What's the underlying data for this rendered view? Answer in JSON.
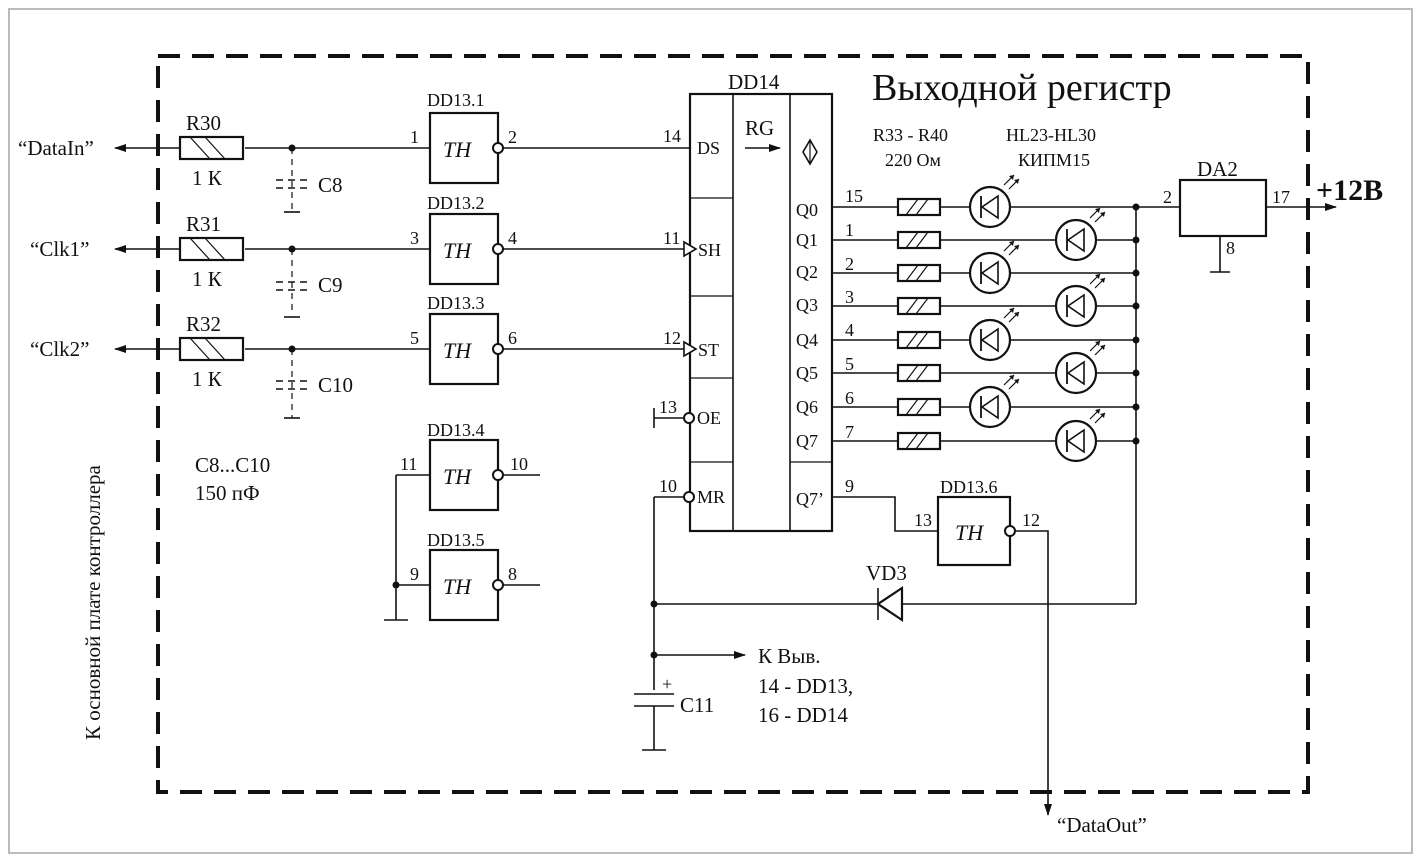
{
  "title": "Выходной  регистр",
  "side_text": "К основной плате контроллера",
  "power": "+12В",
  "signals": {
    "data_in": "“DataIn”",
    "clk1": "“Clk1”",
    "clk2": "“Clk2”",
    "data_out": "“DataOut”"
  },
  "resistors": [
    {
      "name": "R30",
      "value": "1 К"
    },
    {
      "name": "R31",
      "value": "1 К"
    },
    {
      "name": "R32",
      "value": "1 К"
    }
  ],
  "capacitors": [
    "C8",
    "C9",
    "C10"
  ],
  "cap_note": [
    "C8...C10",
    "150 пФ"
  ],
  "gates": [
    {
      "name": "DD13.1",
      "label": "TH",
      "in": "1",
      "out": "2"
    },
    {
      "name": "DD13.2",
      "label": "TH",
      "in": "3",
      "out": "4"
    },
    {
      "name": "DD13.3",
      "label": "TH",
      "in": "5",
      "out": "6"
    },
    {
      "name": "DD13.4",
      "label": "TH",
      "in": "11",
      "out": "10"
    },
    {
      "name": "DD13.5",
      "label": "TH",
      "in": "9",
      "out": "8"
    },
    {
      "name": "DD13.6",
      "label": "TH",
      "in": "13",
      "out": "12"
    }
  ],
  "register": {
    "name": "DD14",
    "func": "RG",
    "inputs": [
      {
        "pin": "14",
        "label": "DS"
      },
      {
        "pin": "11",
        "label": "SH"
      },
      {
        "pin": "12",
        "label": "ST"
      },
      {
        "pin": "13",
        "label": "OE"
      },
      {
        "pin": "10",
        "label": "MR"
      }
    ],
    "outputs": [
      {
        "pin": "15",
        "label": "Q0"
      },
      {
        "pin": "1",
        "label": "Q1"
      },
      {
        "pin": "2",
        "label": "Q2"
      },
      {
        "pin": "3",
        "label": "Q3"
      },
      {
        "pin": "4",
        "label": "Q4"
      },
      {
        "pin": "5",
        "label": "Q5"
      },
      {
        "pin": "6",
        "label": "Q6"
      },
      {
        "pin": "7",
        "label": "Q7"
      },
      {
        "pin": "9",
        "label": "Q7’"
      }
    ]
  },
  "led_resistors": [
    "R33 - R40",
    "220 Ом"
  ],
  "leds": [
    "HL23-HL30",
    "КИПМ15"
  ],
  "regulator": {
    "name": "DA2",
    "in_pin": "2",
    "out_pin": "17",
    "gnd_pin": "8"
  },
  "diode": "VD3",
  "c11": {
    "name": "C11",
    "polarity": "+"
  },
  "c11_note": [
    "К Выв.",
    "14 - DD13,",
    "16 - DD14"
  ]
}
